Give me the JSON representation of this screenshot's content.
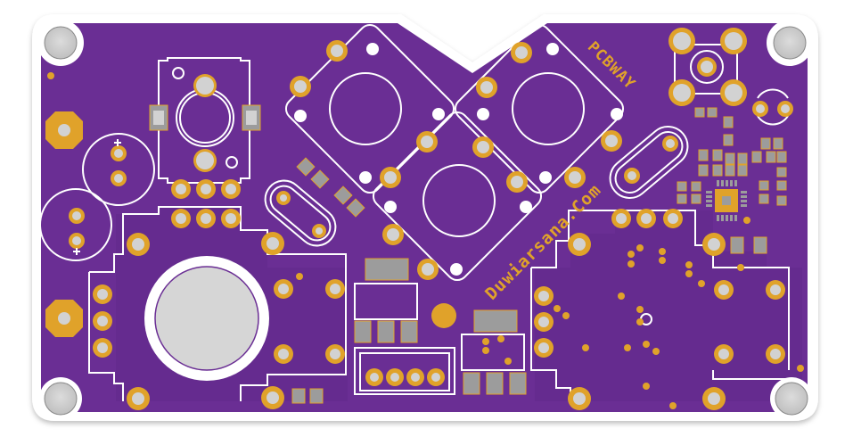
{
  "board": {
    "type": "pcb-render",
    "solder_mask_color": "#6a2e94",
    "pad_color": "#e0a22a",
    "drill_color": "#cfcfcf",
    "silkscreen_color": "#ffffff",
    "edge_color": "#ffffff"
  },
  "silkscreen": {
    "brand": "PCBWAY",
    "website": "Duwiarsana.Com",
    "plus_top": "+",
    "plus_bottom": "+"
  }
}
